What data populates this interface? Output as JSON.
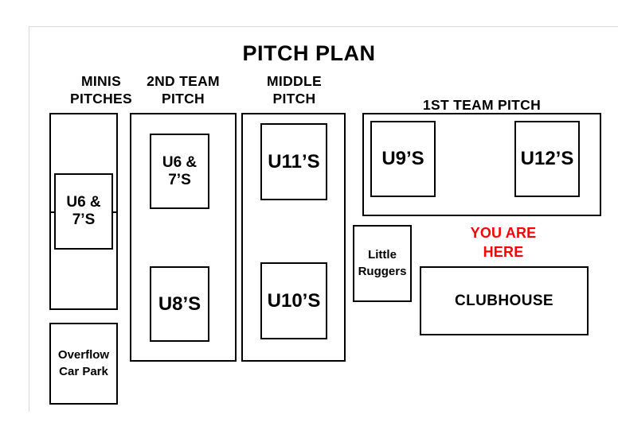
{
  "title": "PITCH PLAN",
  "headers": {
    "minis": "MINIS\nPITCHES",
    "minis_line1": "MINIS",
    "minis_line2": "PITCHES",
    "second_team_line1": "2ND TEAM",
    "second_team_line2": "PITCH",
    "middle_line1": "MIDDLE",
    "middle_line2": "PITCH",
    "first_team": "1ST TEAM PITCH"
  },
  "areas": {
    "minis_u6_7_line1": "U6 &",
    "minis_u6_7_line2": "7’S",
    "second_u6_7_line1": "U6 &",
    "second_u6_7_line2": "7’S",
    "second_u8": "U8’S",
    "middle_u11": "U11’S",
    "middle_u10": "U10’S",
    "first_u9": "U9’S",
    "first_u12": "U12’S",
    "little_ruggers_line1": "Little",
    "little_ruggers_line2": "Ruggers",
    "overflow_line1": "Overflow",
    "overflow_line2": "Car Park",
    "clubhouse": "CLUBHOUSE"
  },
  "annotation": {
    "you_are_here_line1": "YOU ARE",
    "you_are_here_line2": "HERE",
    "color": "#ff0000"
  },
  "colors": {
    "outline": "#000000",
    "background": "#ffffff",
    "text": "#000000",
    "accent": "#ff0000"
  }
}
